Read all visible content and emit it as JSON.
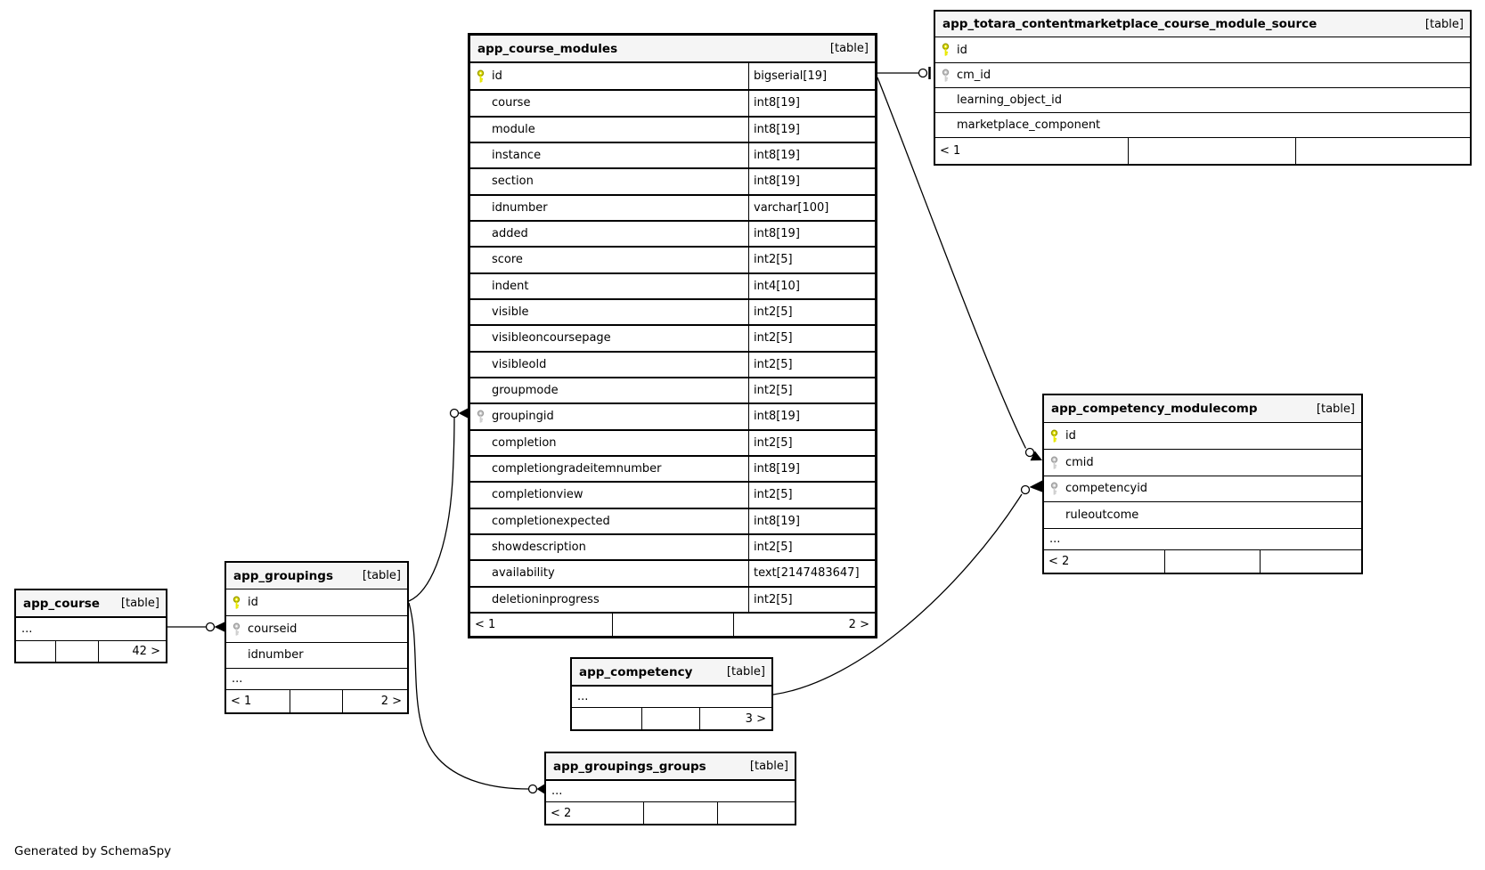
{
  "diagram": {
    "generated_note": "Generated by SchemaSpy",
    "colors": {
      "primary_key": "#e8e800",
      "primary_key_outline": "#9c9c00",
      "foreign_key": "#cfcfcf",
      "foreign_key_outline": "#9e9e9e",
      "header_bg": "#f5f5f5",
      "border": "#000000"
    },
    "tables": [
      {
        "id": "app_course_modules",
        "title": "app_course_modules",
        "badge": "[table]",
        "columns": [
          {
            "name": "id",
            "type": "bigserial[19]",
            "key": "pk"
          },
          {
            "name": "course",
            "type": "int8[19]",
            "key": ""
          },
          {
            "name": "module",
            "type": "int8[19]",
            "key": ""
          },
          {
            "name": "instance",
            "type": "int8[19]",
            "key": ""
          },
          {
            "name": "section",
            "type": "int8[19]",
            "key": ""
          },
          {
            "name": "idnumber",
            "type": "varchar[100]",
            "key": ""
          },
          {
            "name": "added",
            "type": "int8[19]",
            "key": ""
          },
          {
            "name": "score",
            "type": "int2[5]",
            "key": ""
          },
          {
            "name": "indent",
            "type": "int4[10]",
            "key": ""
          },
          {
            "name": "visible",
            "type": "int2[5]",
            "key": ""
          },
          {
            "name": "visibleoncoursepage",
            "type": "int2[5]",
            "key": ""
          },
          {
            "name": "visibleold",
            "type": "int2[5]",
            "key": ""
          },
          {
            "name": "groupmode",
            "type": "int2[5]",
            "key": ""
          },
          {
            "name": "groupingid",
            "type": "int8[19]",
            "key": "fk"
          },
          {
            "name": "completion",
            "type": "int2[5]",
            "key": ""
          },
          {
            "name": "completiongradeitemnumber",
            "type": "int8[19]",
            "key": ""
          },
          {
            "name": "completionview",
            "type": "int2[5]",
            "key": ""
          },
          {
            "name": "completionexpected",
            "type": "int8[19]",
            "key": ""
          },
          {
            "name": "showdescription",
            "type": "int2[5]",
            "key": ""
          },
          {
            "name": "availability",
            "type": "text[2147483647]",
            "key": ""
          },
          {
            "name": "deletioninprogress",
            "type": "int2[5]",
            "key": ""
          }
        ],
        "dots": "",
        "footer": {
          "left": "< 1",
          "middle": "",
          "right": "2 >"
        }
      },
      {
        "id": "app_totara_contentmarketplace_course_module_source",
        "title": "app_totara_contentmarketplace_course_module_source",
        "badge": "[table]",
        "columns": [
          {
            "name": "id",
            "type": "",
            "key": "pk"
          },
          {
            "name": "cm_id",
            "type": "",
            "key": "fk"
          },
          {
            "name": "learning_object_id",
            "type": "",
            "key": ""
          },
          {
            "name": "marketplace_component",
            "type": "",
            "key": ""
          }
        ],
        "dots": "",
        "footer": {
          "left": "< 1",
          "middle": "",
          "right": ""
        }
      },
      {
        "id": "app_competency_modulecomp",
        "title": "app_competency_modulecomp",
        "badge": "[table]",
        "columns": [
          {
            "name": "id",
            "type": "",
            "key": "pk"
          },
          {
            "name": "cmid",
            "type": "",
            "key": "fk"
          },
          {
            "name": "competencyid",
            "type": "",
            "key": "fk"
          },
          {
            "name": "ruleoutcome",
            "type": "",
            "key": ""
          }
        ],
        "dots": "...",
        "footer": {
          "left": "< 2",
          "middle": "",
          "right": ""
        }
      },
      {
        "id": "app_groupings",
        "title": "app_groupings",
        "badge": "[table]",
        "columns": [
          {
            "name": "id",
            "type": "",
            "key": "pk"
          },
          {
            "name": "courseid",
            "type": "",
            "key": "fk"
          },
          {
            "name": "idnumber",
            "type": "",
            "key": ""
          }
        ],
        "dots": "...",
        "footer": {
          "left": "< 1",
          "middle": "",
          "right": "2 >"
        }
      },
      {
        "id": "app_course",
        "title": "app_course",
        "badge": "[table]",
        "columns": [],
        "dots": "...",
        "footer": {
          "left": "",
          "middle": "",
          "right": "42 >"
        }
      },
      {
        "id": "app_competency",
        "title": "app_competency",
        "badge": "[table]",
        "columns": [],
        "dots": "...",
        "footer": {
          "left": "",
          "middle": "",
          "right": "3 >"
        }
      },
      {
        "id": "app_groupings_groups",
        "title": "app_groupings_groups",
        "badge": "[table]",
        "columns": [],
        "dots": "...",
        "footer": {
          "left": "< 2",
          "middle": "",
          "right": ""
        }
      }
    ],
    "relationships": [
      {
        "from": "app_course_modules.id",
        "to": "app_totara_contentmarketplace_course_module_source.cm_id"
      },
      {
        "from": "app_course_modules.id",
        "to": "app_competency_modulecomp.cmid"
      },
      {
        "from": "app_groupings.id",
        "to": "app_course_modules.groupingid"
      },
      {
        "from": "app_groupings.id",
        "to": "app_groupings_groups"
      },
      {
        "from": "app_course",
        "to": "app_groupings.courseid"
      },
      {
        "from": "app_competency",
        "to": "app_competency_modulecomp.competencyid"
      }
    ]
  }
}
